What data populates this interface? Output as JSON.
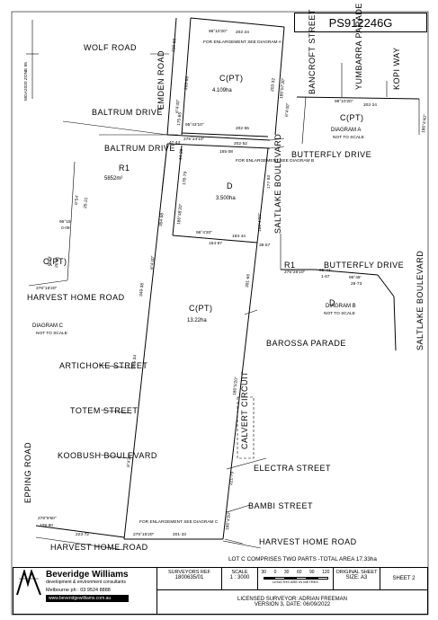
{
  "plan_number": "PS912246G",
  "lot_note": "LOT C COMPRISES TWO PARTS -TOTAL AREA 17.33ha",
  "zone_label": "MGA2020 ZONE 55",
  "roads": {
    "wolf": "WOLF ROAD",
    "emden": "EMDEN ROAD",
    "baltrum_drive_top": "BALTRUM DRIVE",
    "baltrum_drive_r1": "BALTRUM DRIVE",
    "bancroft": "BANCROFT STREET",
    "yumbarra": "YUMBARRA PARADE",
    "kopi": "KOPI WAY",
    "butterfly": "BUTTERFLY DRIVE",
    "butterfly_b": "BUTTERFLY DRIVE",
    "saltlake": "SALTLAKE BOULEVARD",
    "saltlake_b": "SALTLAKE BOULEVARD",
    "harvest_home_left": "HARVEST HOME ROAD",
    "barossa": "BAROSSA PARADE",
    "artichoke": "ARTICHOKE STREET",
    "totem": "TOTEM STREET",
    "koobush": "KOOBUSH BOULEVARD",
    "calvert": "CALVERT CIRCUIT",
    "electra": "ELECTRA STREET",
    "bambi": "BAMBI STREET",
    "epping": "EPPING ROAD",
    "harvest_home_bottom": "HARVEST HOME ROAD",
    "harvest_home_right": "HARVEST HOME ROAD"
  },
  "lots": {
    "c_top": {
      "name": "C(PT)",
      "area": "4.109ha"
    },
    "d": {
      "name": "D",
      "area": "3.500ha"
    },
    "c_main": {
      "name": "C(PT)",
      "area": "13.22ha"
    },
    "c_left": {
      "name": "C(PT)"
    },
    "r1": {
      "name": "R1",
      "area": "5852m²"
    },
    "c_diag_a": {
      "name": "C(PT)"
    },
    "d_diag_b": {
      "name": "D"
    },
    "r1_b": {
      "name": "R1"
    }
  },
  "notes": {
    "enlarge_a": "FOR ENLARGEMENT SEE DIAGRAM A",
    "enlarge_b": "FOR ENLARGEMENT SEE DIAGRAM B",
    "enlarge_c": "FOR ENLARGEMENT SEE DIAGRAM C",
    "diagram_a": "DIAGRAM A",
    "diagram_b": "DIAGRAM B",
    "diagram_c": "DIAGRAM C",
    "not_to_scale": "NOT TO SCALE"
  },
  "bearings": {
    "b1": "96°10'20\"",
    "b1d": "202·24",
    "b2": "95°43'10\"",
    "b2d": "202·55",
    "b3": "275°24'10\"",
    "b3d": "202·52",
    "b4": "155·08",
    "b5": "96°4'20\"",
    "b6": "193·44",
    "b7": "154·87",
    "b8": "38·57",
    "b9": "186°4'20\"",
    "b10": "177·93",
    "b11": "6°4'40\"",
    "b12": "354·58",
    "b13": "349·38",
    "b14": "6°4'40\"",
    "b15": "365·34",
    "b16": "6°4'20\"",
    "b17": "275°15'20\"",
    "b18": "201·33",
    "b19": "223·72",
    "b20": "278°9'50\"",
    "b21": "109·80",
    "b22": "186°5'20\"",
    "b23": "391·66",
    "b24": "221·79",
    "b25": "186°4'20\"",
    "b26": "96°10'20\"",
    "b27": "202·24",
    "b28": "6°4'40\"",
    "b29": "186°4'40\"",
    "b30": "275°26'10\"",
    "b31": "95°43'",
    "b32": "1·67",
    "b33": "96°48'",
    "b34": "29·73",
    "b35": "6°54'",
    "b36": "25·21",
    "b37": "96°15'",
    "b38": "0·09",
    "b39": "6°59'",
    "b40": "26·81",
    "b41": "276°15'20\"",
    "b42": "14·20",
    "b43": "47·44",
    "b44": "178·79",
    "b45": "186°48'20\"",
    "b46": "203·86",
    "b47": "219·60",
    "b48": "203·32",
    "b49": "186°57'30\"",
    "b50": "175·85"
  },
  "title_block": {
    "company": "Beveridge Williams",
    "company_sub": "development & environment consultants",
    "phone": "Melbourne ph : 03 9524 8888",
    "web": "www.beveridgewilliams.com.au",
    "surveyors_ref_h": "SURVEYORS REF",
    "surveyors_ref": "1800635/01",
    "scale_h": "SCALE",
    "scale": "1 : 3000",
    "scale_ticks": [
      "30",
      "0",
      "30",
      "60",
      "90",
      "120"
    ],
    "scale_units": "LENGTHS ARE IN METRES",
    "sheet_h": "ORIGINAL SHEET",
    "sheet_size": "SIZE: A3",
    "sheet_no": "SHEET 2",
    "surveyor": "LICENSED SURVEYOR: ADRIAN FREEMAN",
    "version": "VERSION 3, DATE: 06/09/2022"
  }
}
